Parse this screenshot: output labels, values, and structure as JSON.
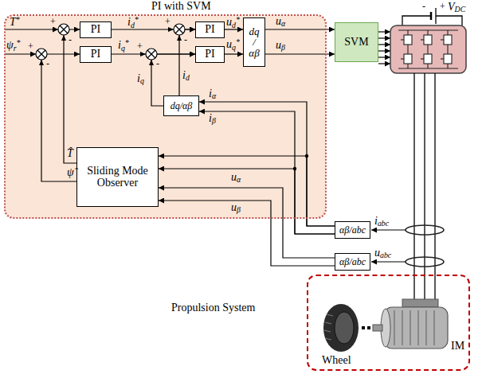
{
  "diagram": {
    "nodes": [
      {
        "text": [
          "PI with SVM"
        ]
      },
      {
        "text": [
          "PI"
        ],
        "in": 0
      },
      {
        "text": [
          "PI"
        ],
        "in": 0
      },
      {
        "text": [
          "PI"
        ],
        "in": 0
      },
      {
        "text": [
          "PI"
        ],
        "in": 0
      },
      {
        "text": [
          "dq/αβ"
        ],
        "in": 0
      },
      {
        "text": [
          "dq/αβ"
        ],
        "in": 0
      },
      {
        "text": [
          "Sliding Mode Observer"
        ],
        "in": 0
      },
      {
        "text": [
          "SVM"
        ]
      },
      {
        "text": [
          "αβ/abc"
        ]
      },
      {
        "text": [
          "αβ/abc"
        ]
      },
      {
        "text": [
          "Propulsion System"
        ]
      }
    ],
    "edges": [
      {
        "from": 1,
        "to": 2,
        "arrow": "to"
      },
      {
        "from": 3,
        "to": 4,
        "arrow": "to"
      },
      {
        "from": 2,
        "to": 5,
        "arrow": "to"
      },
      {
        "from": 4,
        "to": 5,
        "arrow": "to"
      },
      {
        "from": 5,
        "to": 8,
        "arrow": "to"
      },
      {
        "from": 5,
        "to": 8,
        "arrow": "to"
      },
      {
        "from": 6,
        "to": 2,
        "arrow": "to"
      },
      {
        "from": 6,
        "to": 4,
        "arrow": "to"
      },
      {
        "from": 7,
        "to": 1,
        "arrow": "to"
      },
      {
        "from": 7,
        "to": 3,
        "arrow": "to"
      },
      {
        "from": 9,
        "to": 6,
        "arrow": "to"
      },
      {
        "from": 9,
        "to": 6,
        "arrow": "to"
      },
      {
        "from": 9,
        "to": 7,
        "arrow": "to"
      },
      {
        "from": 9,
        "to": 7,
        "arrow": "to"
      },
      {
        "from": 10,
        "to": 7,
        "arrow": "to"
      },
      {
        "from": 10,
        "to": 7,
        "arrow": "to"
      }
    ],
    "labels": [
      "T*",
      "ψr*",
      "+",
      "-",
      "+",
      "-",
      "id*",
      "iq*",
      "+",
      "-",
      "+",
      "-",
      "ud*",
      "uq*",
      "uα",
      "uβ",
      "VDC",
      "-",
      "+",
      "id",
      "iq",
      "iα",
      "iβ",
      "T̂",
      "ψ̂",
      "uα",
      "uβ",
      "iabc",
      "uabc",
      "Wheel",
      "IM"
    ]
  }
}
